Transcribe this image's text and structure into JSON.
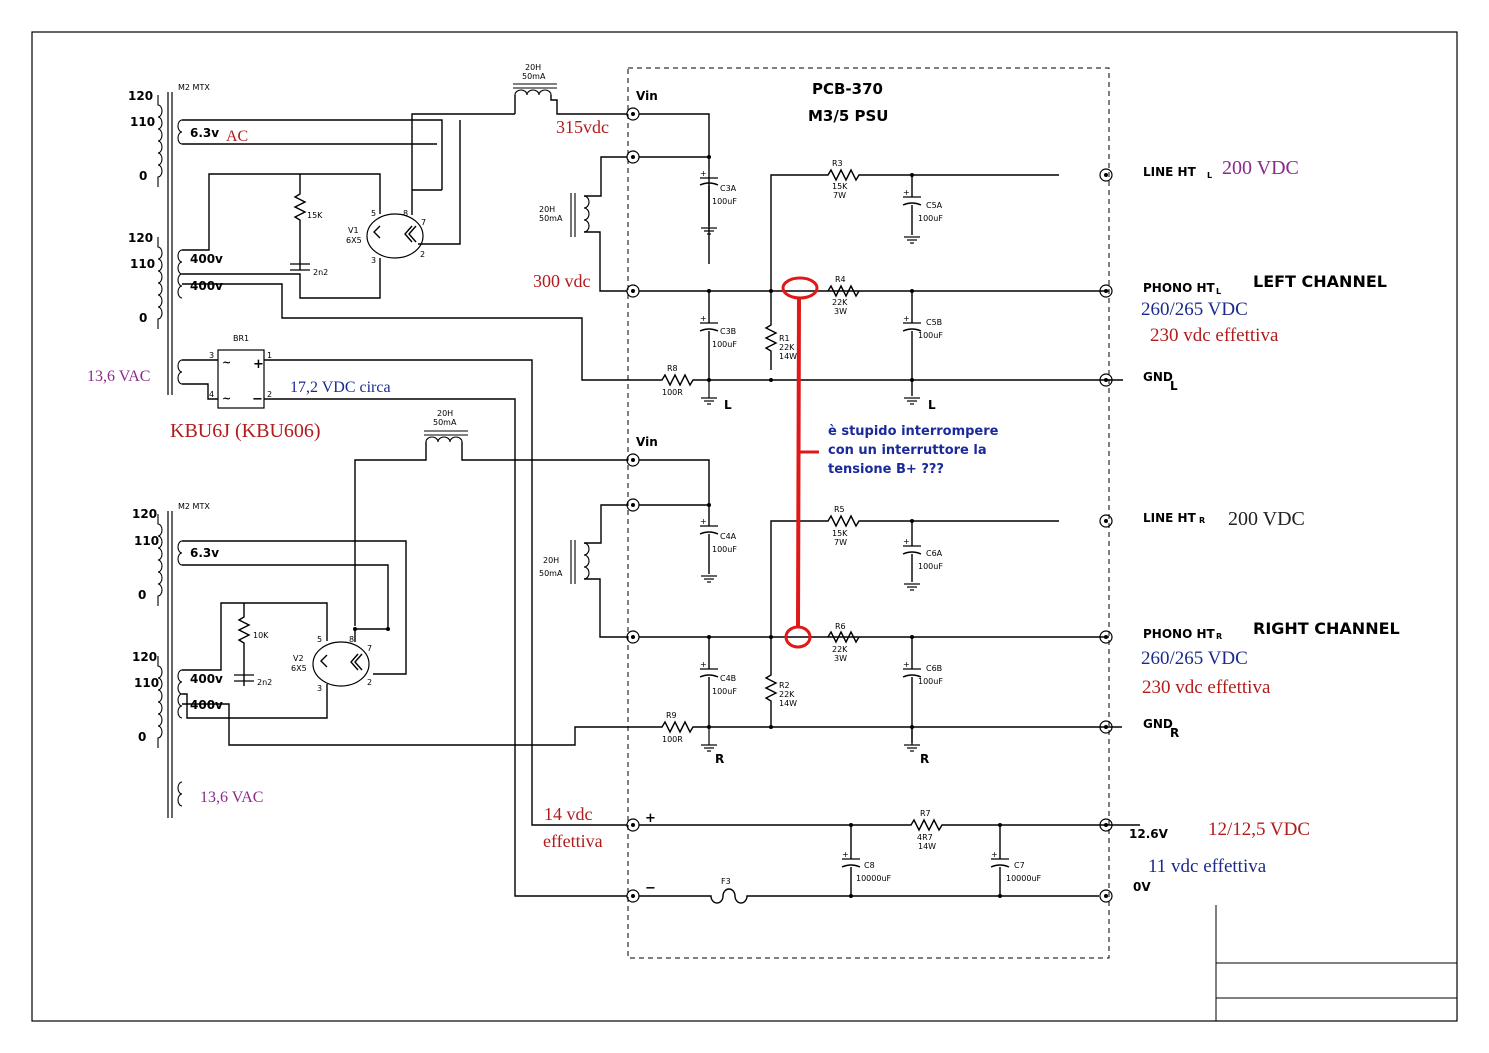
{
  "pcb": {
    "title": "PCB-370",
    "subtitle": "M3/5 PSU"
  },
  "top_choke": {
    "value": "20H",
    "current": "50mA"
  },
  "mid_choke": {
    "value": "20H",
    "current": "50mA"
  },
  "left_choke": {
    "value": "20H",
    "current": "50mA"
  },
  "right_choke": {
    "value": "20H",
    "current": "50mA"
  },
  "xfmr1": {
    "label": "M2 MTX",
    "tap120": "120",
    "tap110": "110",
    "tap0": "0",
    "tap120b": "120",
    "tap110b": "110",
    "tap0b": "0",
    "heater": "6.3v",
    "hv1": "400v",
    "hv2": "400v"
  },
  "xfmr2": {
    "label": "M2 MTX",
    "tap120": "120",
    "tap110": "110",
    "tap0": "0",
    "tap120b": "120",
    "tap110b": "110",
    "tap0b": "0",
    "heater": "6.3v",
    "hv1": "400v",
    "hv2": "400v"
  },
  "v1": {
    "name": "V1",
    "type": "6X5",
    "p5": "5",
    "p8": "8",
    "p7": "7",
    "p3": "3",
    "p2": "2",
    "res": "15K",
    "cap": "2n2"
  },
  "v2": {
    "name": "V2",
    "type": "6X5",
    "p5": "5",
    "p8": "8",
    "p7": "7",
    "p3": "3",
    "p2": "2",
    "res": "10K",
    "cap": "2n2"
  },
  "br1": {
    "name": "BR1",
    "p3": "3",
    "p4": "4",
    "p1": "1",
    "p2": "2",
    "ac1": "~",
    "ac2": "~",
    "plus": "+",
    "minus": "−"
  },
  "components": {
    "c3a": [
      "C3A",
      "100uF"
    ],
    "c3b": [
      "C3B",
      "100uF"
    ],
    "c5a": [
      "C5A",
      "100uF"
    ],
    "c5b": [
      "C5B",
      "100uF"
    ],
    "c4a": [
      "C4A",
      "100uF"
    ],
    "c4b": [
      "C4B",
      "100uF"
    ],
    "c6a": [
      "C6A",
      "100uF"
    ],
    "c6b": [
      "C6B",
      "100uF"
    ],
    "r3": [
      "R3",
      "15K",
      "7W"
    ],
    "r4": [
      "R4",
      "22K",
      "3W"
    ],
    "r1": [
      "R1",
      "22K",
      "14W"
    ],
    "r8": [
      "R8",
      "100R"
    ],
    "r5": [
      "R5",
      "15K",
      "7W"
    ],
    "r6": [
      "R6",
      "22K",
      "3W"
    ],
    "r2": [
      "R2",
      "22K",
      "14W"
    ],
    "r9": [
      "R9",
      "100R"
    ],
    "r7": [
      "R7",
      "4R7",
      "14W"
    ],
    "c8": [
      "C8",
      "10000uF"
    ],
    "c7": [
      "C7",
      "10000uF"
    ],
    "f3": "F3"
  },
  "pins": {
    "vin1": "Vin",
    "vin2": "Vin",
    "plus": "+",
    "minus": "−",
    "gnd_l": "L",
    "gnd_l2": "L",
    "gnd_r": "R",
    "gnd_r2": "R"
  },
  "outputs": {
    "line_ht_l": "LINE HT",
    "line_ht_l_sub": "L",
    "phono_ht_l": "PHONO HT",
    "phono_ht_l_sub": "L",
    "gnd_l": "GND",
    "gnd_l_sub": "L",
    "line_ht_r": "LINE HT",
    "line_ht_r_sub": "R",
    "phono_ht_r": "PHONO HT",
    "phono_ht_r_sub": "R",
    "gnd_r": "GND",
    "gnd_r_sub": "R",
    "v126": "12.6V",
    "v0": "0V"
  },
  "annotations": {
    "ac": "AC",
    "v315": "315vdc",
    "v300": "300 vdc",
    "vac1": "13,6 VAC",
    "vdc17": "17,2 VDC  circa",
    "kbu": "KBU6J (KBU606)",
    "line_l": "200 VDC",
    "left_channel": "LEFT  CHANNEL",
    "phono_l1": "260/265 VDC",
    "phono_l2": "230 vdc effettiva",
    "note1": "è stupido interrompere",
    "note2": "con un interruttore la",
    "note3": "tensione B+  ???",
    "line_r": "200 VDC",
    "right_channel": "RIGHT  CHANNEL",
    "phono_r1": "260/265 VDC",
    "phono_r2": "230 vdc effettiva",
    "vac2": "13,6 VAC",
    "v14a": "14 vdc",
    "v14b": "effettiva",
    "v12a": "12/12,5 VDC",
    "v12b": "11 vdc effettiva"
  },
  "colors": {
    "annotation_red": "#b01c1c",
    "annotation_blue": "#1b2a8c",
    "annotation_purple": "#8a2a8a",
    "marker_red": "#e01818"
  }
}
